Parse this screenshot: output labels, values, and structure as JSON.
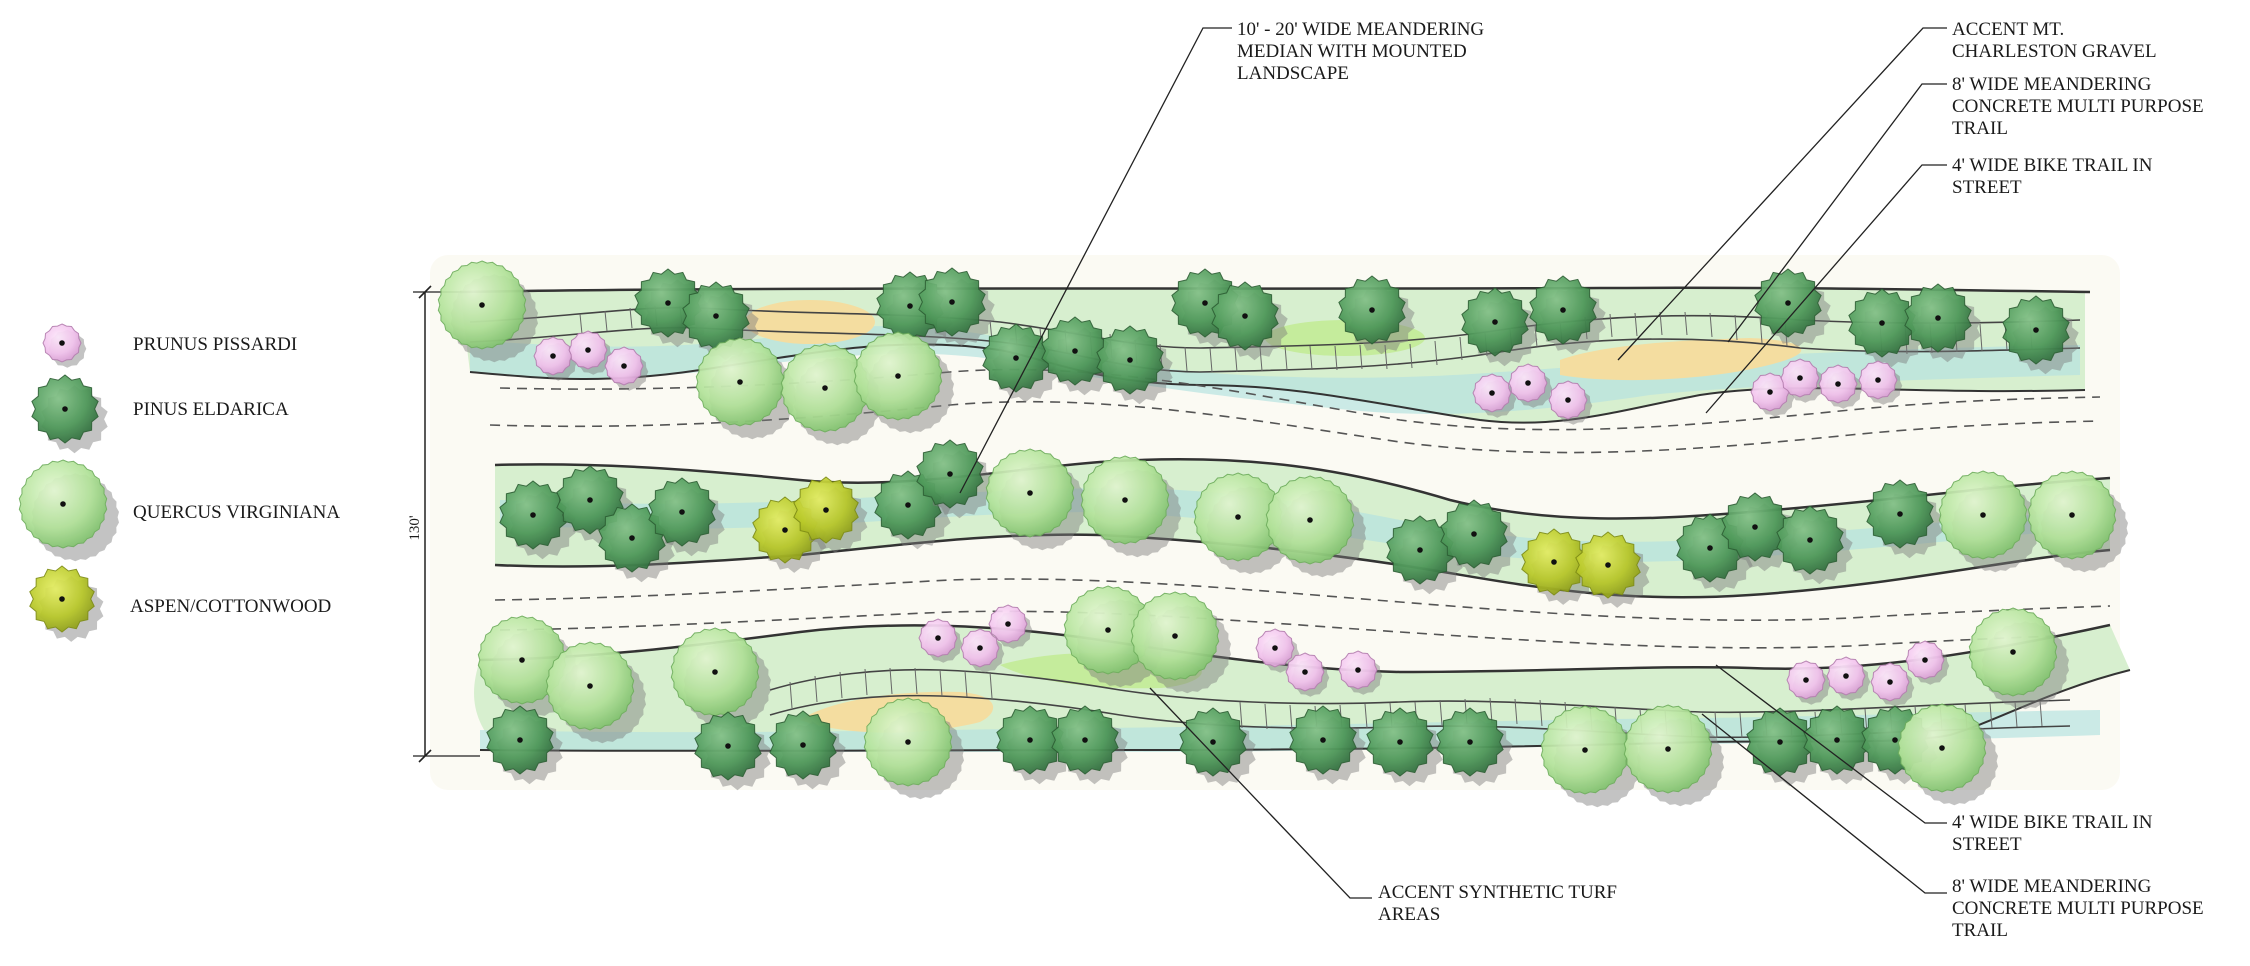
{
  "legend": [
    {
      "type": "prunus",
      "label": "PRUNUS PISSARDI",
      "color": "#f3c4ee"
    },
    {
      "type": "pine",
      "label": "PINUS ELDARICA",
      "color": "#4f9a5a"
    },
    {
      "type": "oak",
      "label": "QUERCUS VIRGINIANA",
      "color": "#b3e39a"
    },
    {
      "type": "aspen",
      "label": "ASPEN/COTTONWOOD",
      "color": "#b9c929"
    }
  ],
  "callouts": {
    "median": [
      "10' - 20' WIDE MEANDERING",
      "MEDIAN WITH MOUNTED",
      "LANDSCAPE"
    ],
    "gravel": [
      "ACCENT MT.",
      "CHARLESTON GRAVEL"
    ],
    "trail_top": [
      "8' WIDE MEANDERING",
      "CONCRETE MULTI PURPOSE",
      "TRAIL"
    ],
    "bike_top": [
      "4' WIDE BIKE TRAIL IN",
      "STREET"
    ],
    "turf": [
      "ACCENT SYNTHETIC TURF",
      "AREAS"
    ],
    "bike_bottom": [
      "4' WIDE BIKE TRAIL IN",
      "STREET"
    ],
    "trail_bottom": [
      "8' WIDE MEANDERING",
      "CONCRETE MULTI PURPOSE",
      "TRAIL"
    ]
  },
  "dimension_label": "130'",
  "colors": {
    "pine": "#4f9a5a",
    "oak": "#b3e39a",
    "prunus": "#f3c4ee",
    "aspen": "#b9c929",
    "turf": "#c5ec9c",
    "gravel": "#f4dda0",
    "water": "#b7e3df"
  }
}
